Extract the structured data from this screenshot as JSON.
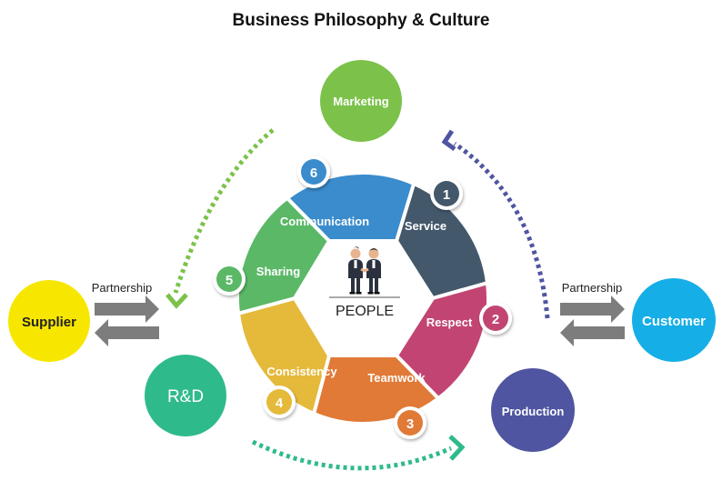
{
  "title": "Business Philosophy & Culture",
  "center_label": "PEOPLE",
  "segments": [
    {
      "number": "1",
      "label": "Service",
      "color": "#43586a"
    },
    {
      "number": "2",
      "label": "Respect",
      "color": "#c24472"
    },
    {
      "number": "3",
      "label": "Teamwork",
      "color": "#e07a36"
    },
    {
      "number": "4",
      "label": "Consistency",
      "color": "#e5b93a"
    },
    {
      "number": "5",
      "label": "Sharing",
      "color": "#5bb867"
    },
    {
      "number": "6",
      "label": "Communication",
      "color": "#3a8ccc"
    }
  ],
  "nodes": {
    "marketing": {
      "label": "Marketing",
      "color": "#7cc24a"
    },
    "supplier": {
      "label": "Supplier",
      "color": "#f7e600"
    },
    "rnd": {
      "label": "R&D",
      "color": "#2fba8c"
    },
    "production": {
      "label": "Production",
      "color": "#4f55a0"
    },
    "customer": {
      "label": "Customer",
      "color": "#16aee6"
    }
  },
  "partnership_left": "Partnership",
  "partnership_right": "Partnership",
  "colors": {
    "arrow_gray": "#7d7d7d",
    "dotted_green": "#7cc24a",
    "dotted_blue": "#4f55a0",
    "dotted_teal": "#2fba8c"
  }
}
